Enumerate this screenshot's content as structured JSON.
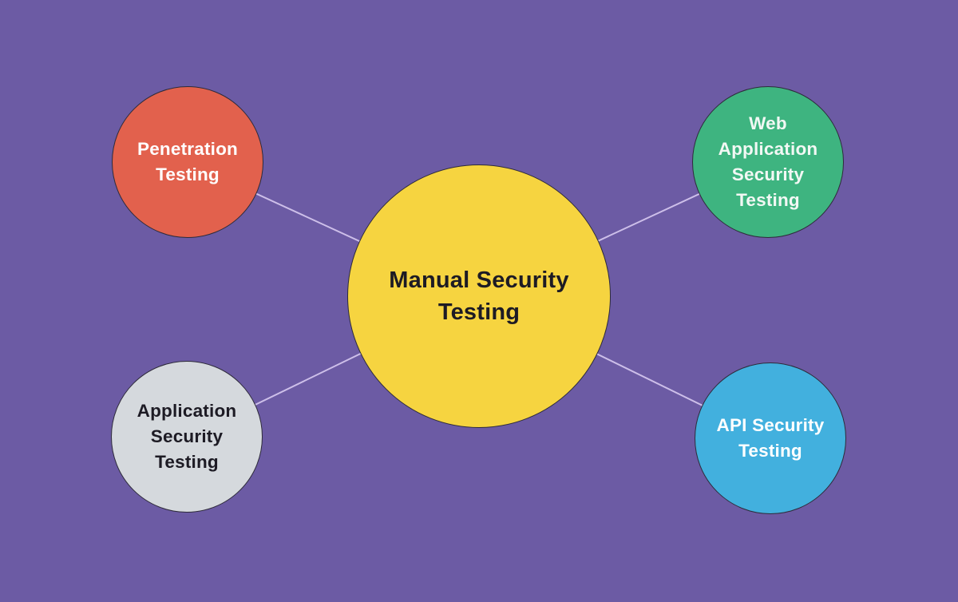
{
  "diagram": {
    "title": "Manual Security Testing mind map",
    "background_color": "#6c5ba4",
    "connector_color": "#cdbfe9",
    "node_border_color": "#2e2b3a",
    "center": {
      "label": "Manual Security Testing",
      "lines": [
        "Manual Security",
        "Testing"
      ],
      "fill_color": "#f6d440",
      "text_color": "#1d1b24"
    },
    "nodes": [
      {
        "id": "penetration-testing",
        "label": "Penetration Testing",
        "lines": [
          "Penetration",
          "Testing"
        ],
        "fill_color": "#e2614d",
        "text_color": "#ffffff"
      },
      {
        "id": "web-application-security-testing",
        "label": "Web Application Security Testing",
        "lines": [
          "Web",
          "Application",
          "Security",
          "Testing"
        ],
        "fill_color": "#3eb480",
        "text_color": "#f2f8f4"
      },
      {
        "id": "application-security-testing",
        "label": "Application Security Testing",
        "lines": [
          "Application",
          "Security",
          "Testing"
        ],
        "fill_color": "#d5d9dd",
        "text_color": "#1d1b24"
      },
      {
        "id": "api-security-testing",
        "label": "API Security Testing",
        "lines": [
          "API Security",
          "Testing"
        ],
        "fill_color": "#42b0de",
        "text_color": "#ffffff"
      }
    ]
  }
}
